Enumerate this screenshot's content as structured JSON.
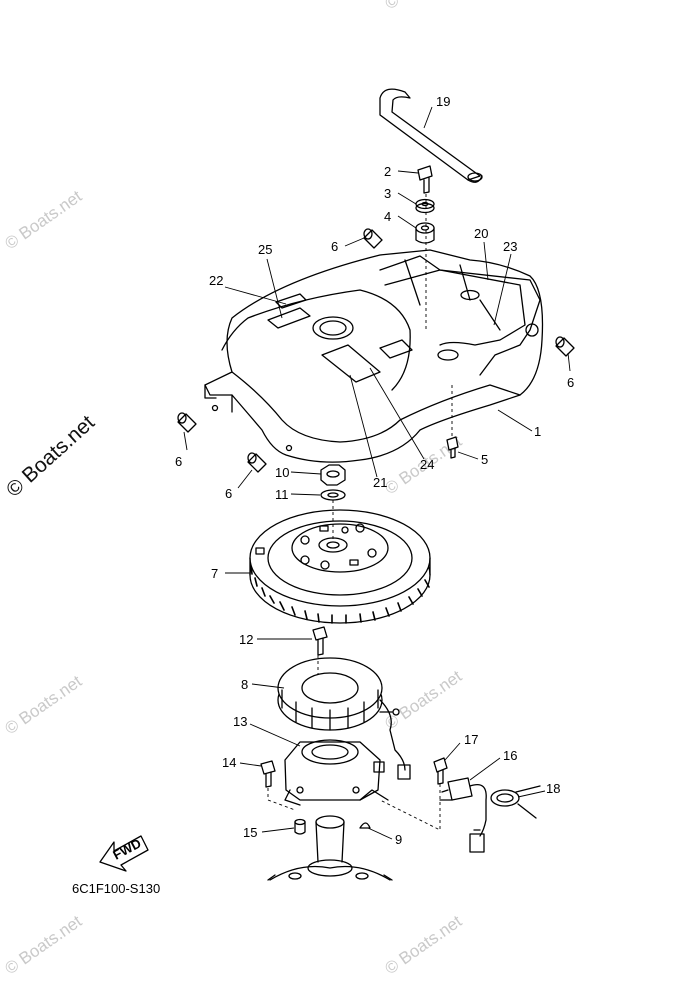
{
  "diagram": {
    "code": "6C1F100-S130",
    "fwd_label": "FWD",
    "watermark": "© Boats.net",
    "callouts": {
      "c1": "1",
      "c2": "2",
      "c3": "3",
      "c4": "4",
      "c5": "5",
      "c6a": "6",
      "c6b": "6",
      "c6c": "6",
      "c6d": "6",
      "c7": "7",
      "c8": "8",
      "c9": "9",
      "c10": "10",
      "c11": "11",
      "c12": "12",
      "c13": "13",
      "c14": "14",
      "c15": "15",
      "c16": "16",
      "c17": "17",
      "c18": "18",
      "c19": "19",
      "c20": "20",
      "c21": "21",
      "c22": "22",
      "c23": "23",
      "c24": "24",
      "c25": "25"
    }
  }
}
